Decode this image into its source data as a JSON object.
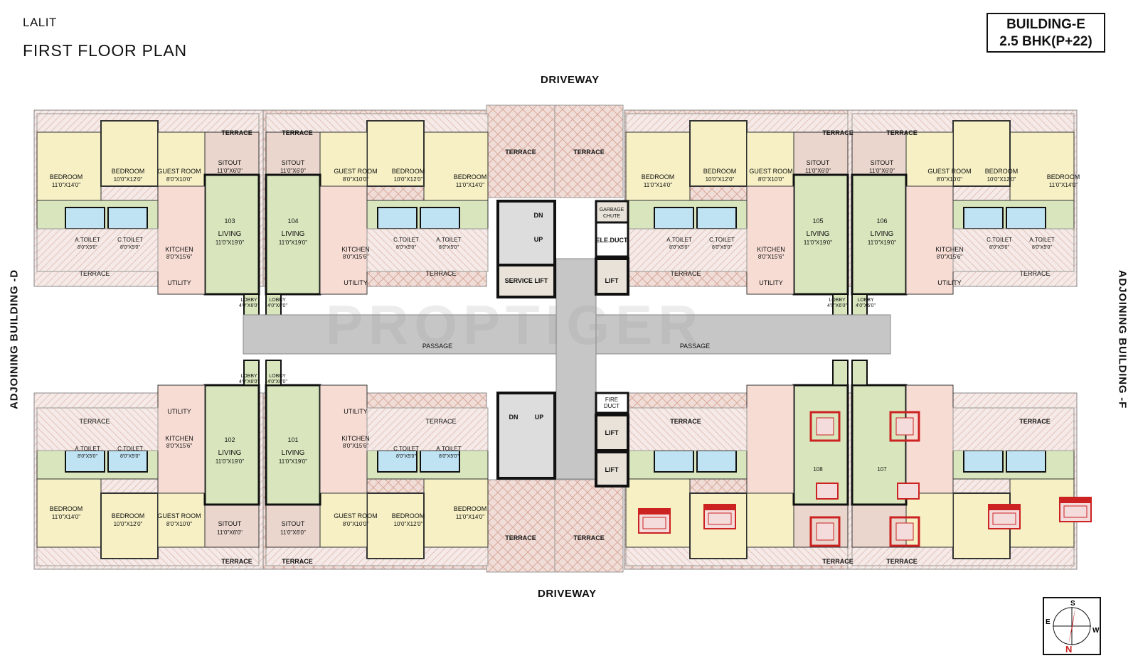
{
  "header": {
    "project": "LALIT",
    "title": "FIRST FLOOR PLAN",
    "building": "BUILDING-E",
    "config": "2.5 BHK(P+22)"
  },
  "roads": {
    "top": "DRIVEWAY",
    "bottom": "DRIVEWAY",
    "left": "ADJOINING BUILDING -D",
    "right": "ADJOINING BUILDING -F"
  },
  "watermark": "PROPTIGER",
  "compass": {
    "n": "N",
    "s": "S",
    "e": "E",
    "w": "W"
  },
  "core": {
    "dn": "DN",
    "up": "UP",
    "garbage": [
      "GARBAGE",
      "CHUTE"
    ],
    "ele_duct": "ELE.DUCT",
    "service_lift": "SERVICE LIFT",
    "lift": "LIFT",
    "fire_duct": [
      "FIRE",
      "DUCT"
    ],
    "passage": "PASSAGE",
    "terrace": "TERRACE"
  },
  "units": [
    {
      "no": "103",
      "living": "LIVING",
      "living_size": "11'0\"X19'0\"",
      "sitout": "SITOUT",
      "sitout_size": "11'0\"X6'0\"",
      "lobby": "LOBBY",
      "lobby_size": "4'0\"X6'0\""
    },
    {
      "no": "104",
      "living": "LIVING",
      "living_size": "11'0\"X19'0\"",
      "sitout": "SITOUT",
      "sitout_size": "11'0\"X6'0\"",
      "lobby": "LOBBY",
      "lobby_size": "4'0\"X6'0\""
    },
    {
      "no": "105",
      "living": "LIVING",
      "living_size": "11'0\"X19'0\"",
      "sitout": "SITOUT",
      "sitout_size": "11'0\"X6'0\"",
      "lobby": "LOBBY",
      "lobby_size": "4'0\"X6'0\""
    },
    {
      "no": "106",
      "living": "LIVING",
      "living_size": "11'0\"X19'0\"",
      "sitout": "SITOUT",
      "sitout_size": "11'0\"X6'0\"",
      "lobby": "LOBBY",
      "lobby_size": "4'0\"X6'0\""
    },
    {
      "no": "102",
      "living": "LIVING",
      "living_size": "11'0\"X19'0\"",
      "sitout": "SITOUT",
      "sitout_size": "11'0\"X6'0\"",
      "lobby": "LOBBY",
      "lobby_size": "4'0\"X6'0\""
    },
    {
      "no": "101",
      "living": "LIVING",
      "living_size": "11'0\"X19'0\"",
      "sitout": "SITOUT",
      "sitout_size": "11'0\"X6'0\"",
      "lobby": "LOBBY",
      "lobby_size": "4'0\"X6'0\""
    },
    {
      "no": "108",
      "living": "",
      "living_size": "",
      "sitout": "",
      "sitout_size": "",
      "lobby": "",
      "lobby_size": ""
    },
    {
      "no": "107",
      "living": "",
      "living_size": "",
      "sitout": "",
      "sitout_size": "",
      "lobby": "",
      "lobby_size": ""
    }
  ],
  "rooms": {
    "bedroom": "BEDROOM",
    "bedroom_size_a": "11'0\"X14'0\"",
    "bedroom_size_b": "10'0\"X12'0\"",
    "guest": "GUEST ROOM",
    "guest_size": "8'0\"X10'0\"",
    "kitchen": "KITCHEN",
    "kitchen_size": "8'0\"X15'6\"",
    "atoilet": "A.TOILET",
    "ctoilet": "C.TOILET",
    "toilet_size": "8'0\"X5'0\"",
    "utility": "UTILITY",
    "terrace": "TERRACE"
  },
  "colors": {
    "bedroom": "#f6f0c4",
    "living": "#d9e6bd",
    "kitchen": "#f7dcd4",
    "toilet": "#bfe3f2",
    "terrace": "#f2e0dc",
    "core": "#ece6dc",
    "passage": "#c6c6c6",
    "furniture": "#cc2222"
  }
}
